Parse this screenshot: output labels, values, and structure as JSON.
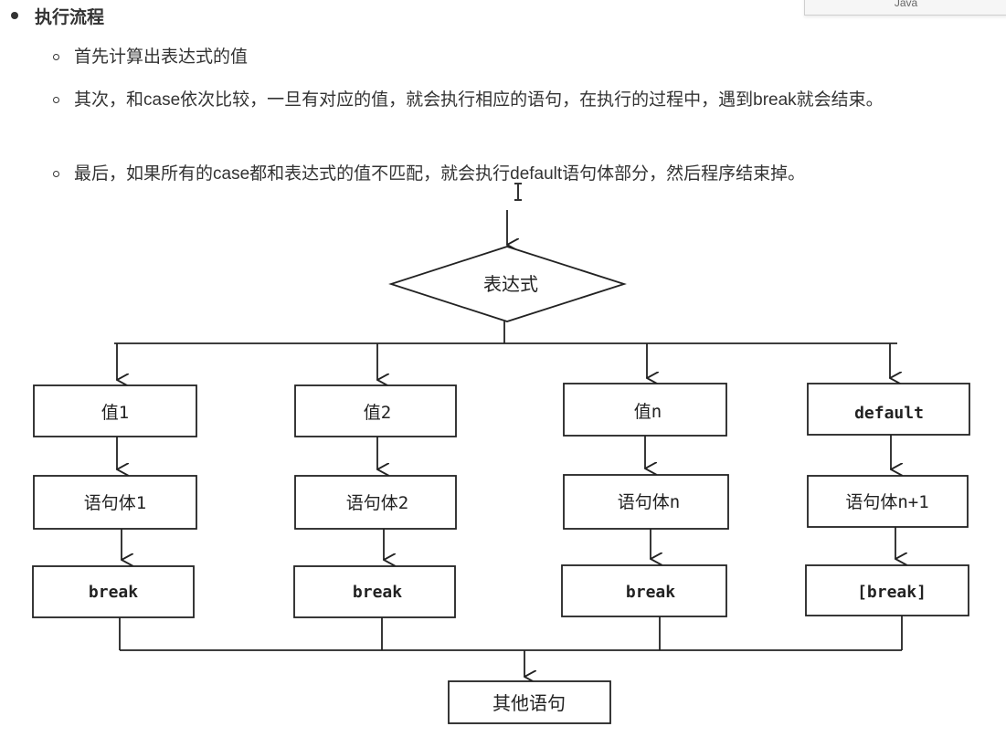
{
  "window": {
    "tab_label": "Java"
  },
  "section": {
    "title": "执行流程",
    "items": [
      "首先计算出表达式的值",
      "其次，和case依次比较，一旦有对应的值，就会执行相应的语句，在执行的过程中，遇到break就会结束。",
      "最后，如果所有的case都和表达式的值不匹配，就会执行default语句体部分，然后程序结束掉。"
    ]
  },
  "flowchart": {
    "decision": "表达式",
    "columns": [
      {
        "case": "值1",
        "body": "语句体1",
        "exit": "break"
      },
      {
        "case": "值2",
        "body": "语句体2",
        "exit": "break"
      },
      {
        "case": "值n",
        "body": "语句体n",
        "exit": "break"
      },
      {
        "case": "default",
        "body": "语句体n+1",
        "exit": "[break]"
      }
    ],
    "end": "其他语句"
  }
}
